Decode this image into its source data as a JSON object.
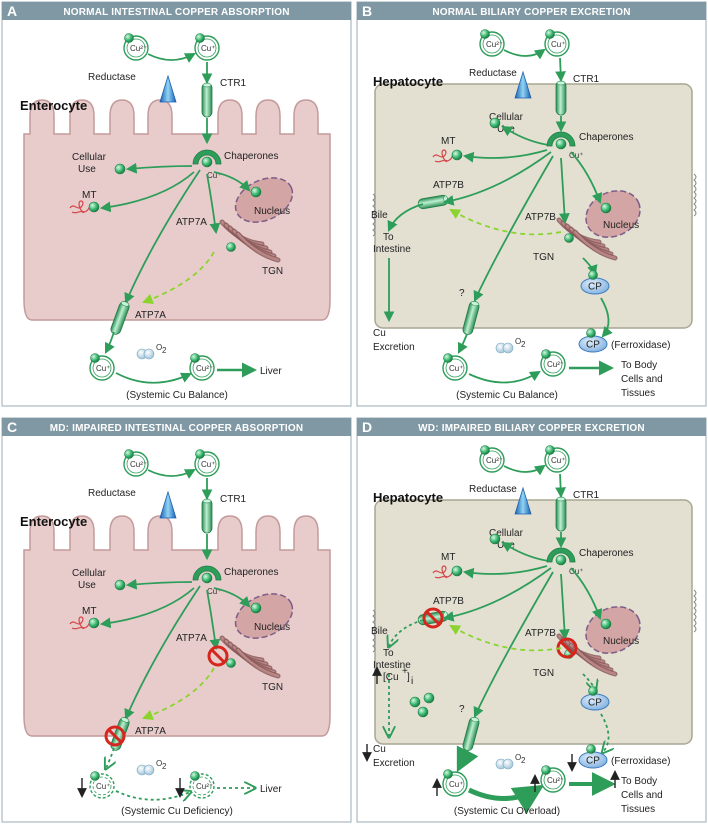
{
  "panels": [
    {
      "letter": "A",
      "title": "NORMAL INTESTINAL COPPER ABSORPTION",
      "cell": "Enterocyte",
      "reductase": "Reductase",
      "ctr1": "CTR1",
      "chaperones": "Chaperones",
      "cellular": "Cellular",
      "use": "Use",
      "mt": "MT",
      "nucleus": "Nucleus",
      "atp7a_golgi": "ATP7A",
      "tgn": "TGN",
      "atp7a_membrane": "ATP7A",
      "o2": "O",
      "liver": "Liver",
      "balance": "(Systemic Cu Balance)"
    },
    {
      "letter": "B",
      "title": "NORMAL BILIARY COPPER EXCRETION",
      "cell": "Hepatocyte",
      "reductase": "Reductase",
      "ctr1": "CTR1",
      "chaperones": "Chaperones",
      "cellular": "Cellular",
      "use": "Use",
      "mt": "MT",
      "atp7b_left": "ATP7B",
      "bile": "Bile",
      "to": "To",
      "intestine": "Intestine",
      "atp7b_golgi": "ATP7B",
      "nucleus": "Nucleus",
      "tgn": "TGN",
      "cp": "CP",
      "cp2": "CP",
      "ferroxidase": "(Ferroxidase)",
      "question": "?",
      "cu": "Cu",
      "excretion": "Excretion",
      "o2": "O",
      "to_body": "To Body",
      "cells_and": "Cells and",
      "tissues": "Tissues",
      "balance": "(Systemic Cu Balance)"
    },
    {
      "letter": "C",
      "title": "MD: IMPAIRED INTESTINAL COPPER ABSORPTION",
      "cell": "Enterocyte",
      "reductase": "Reductase",
      "ctr1": "CTR1",
      "chaperones": "Chaperones",
      "cellular": "Cellular",
      "use": "Use",
      "mt": "MT",
      "nucleus": "Nucleus",
      "atp7a_golgi": "ATP7A",
      "tgn": "TGN",
      "atp7a_membrane": "ATP7A",
      "o2": "O",
      "liver": "Liver",
      "balance": "(Systemic Cu Deficiency)"
    },
    {
      "letter": "D",
      "title": "WD: IMPAIRED BILIARY COPPER EXCRETION",
      "cell": "Hepatocyte",
      "reductase": "Reductase",
      "ctr1": "CTR1",
      "chaperones": "Chaperones",
      "cellular": "Cellular",
      "use": "Use",
      "mt": "MT",
      "atp7b_left": "ATP7B",
      "bile": "Bile",
      "to": "To",
      "intestine": "Intestine",
      "atp7b_golgi": "ATP7B",
      "nucleus": "Nucleus",
      "tgn": "TGN",
      "cu_i": "[Cu",
      "cu_i_sup": "+",
      "cu_i_close": "]",
      "cu_i_sub": "i",
      "cp": "CP",
      "cp2": "CP",
      "ferroxidase": "(Ferroxidase)",
      "question": "?",
      "cu": "Cu",
      "excretion": "Excretion",
      "o2": "O",
      "to_body": "To Body",
      "cells_and": "Cells and",
      "tissues": "Tissues",
      "balance": "(Systemic Cu Overload)"
    }
  ],
  "ions": {
    "cu2": "Cu²⁺",
    "cu1": "Cu⁺",
    "o2_sub": "2"
  },
  "colors": {
    "header_bg": "#7f98a3",
    "enterocyte_fill": "#e8cccc",
    "enterocyte_stroke": "#c49a9a",
    "hepatocyte_fill": "#e3e0d2",
    "hepatocyte_stroke": "#a9a692",
    "arrow_green": "#2e9d5a",
    "dashed_green": "#8bd42e",
    "nucleus_fill": "#d4a5a5",
    "nucleus_stroke": "#7d5d86",
    "cp_fill": "#a7c9ea",
    "block_red": "#d5261e"
  }
}
